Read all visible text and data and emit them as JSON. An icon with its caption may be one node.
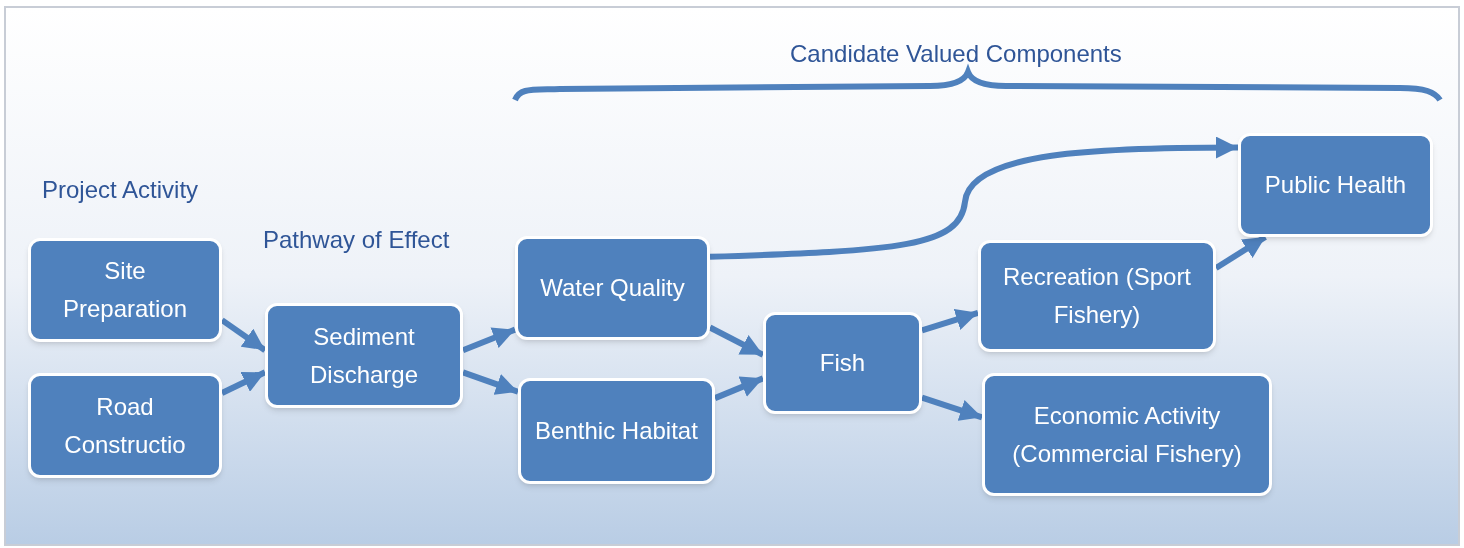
{
  "diagram": {
    "nodes": [
      {
        "text": [
          "Site Preparation"
        ]
      },
      {
        "text": [
          "Road Constructio"
        ]
      },
      {
        "text": [
          "Sediment Discharge"
        ]
      },
      {
        "text": [
          "Water Quality"
        ]
      },
      {
        "text": [
          "Benthic Habitat"
        ]
      },
      {
        "text": [
          "Fish"
        ]
      },
      {
        "text": [
          "Recreation (Sport Fishery)"
        ]
      },
      {
        "text": [
          "Economic Activity (Commercial Fishery)"
        ]
      },
      {
        "text": [
          "Public Health"
        ]
      }
    ],
    "edges": [
      {
        "from": 0,
        "to": 2,
        "arrow": "to"
      },
      {
        "from": 1,
        "to": 2,
        "arrow": "to"
      },
      {
        "from": 2,
        "to": 3,
        "arrow": "to"
      },
      {
        "from": 2,
        "to": 4,
        "arrow": "to"
      },
      {
        "from": 3,
        "to": 5,
        "arrow": "to"
      },
      {
        "from": 4,
        "to": 5,
        "arrow": "to"
      },
      {
        "from": 5,
        "to": 6,
        "arrow": "to"
      },
      {
        "from": 5,
        "to": 7,
        "arrow": "to"
      },
      {
        "from": 6,
        "to": 8,
        "arrow": "to"
      },
      {
        "from": 3,
        "to": 8,
        "arrow": "to"
      }
    ],
    "labels": [
      "Candidate Valued Components",
      "Project Activity",
      "Pathway of Effect"
    ]
  }
}
